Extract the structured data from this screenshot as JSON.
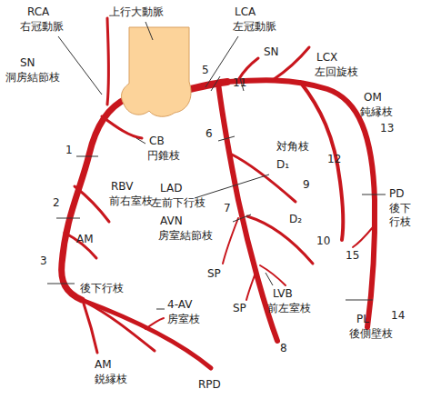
{
  "diagram": {
    "labels": [
      "RCA",
      "右冠動脈",
      "上行大動脈",
      "LCA",
      "左冠動脈",
      "SN",
      "洞房結節枝",
      "SN",
      "LCX",
      "左回旋枝",
      "OM",
      "鈍縁枝",
      "5",
      "11",
      "13",
      "6",
      "CB",
      "円錐枝",
      "1",
      "対角枝",
      "D₁",
      "12",
      "9",
      "2",
      "RBV",
      "前右室枝",
      "LAD",
      "左前下行枝",
      "7",
      "PD",
      "後下行枝",
      "AVN",
      "房室結節枝",
      "AM",
      "D₂",
      "10",
      "15",
      "3",
      "SP",
      "SP",
      "LVB",
      "前左室枝",
      "後下行枝",
      "4-AV",
      "房室枝",
      "PL",
      "後側壁枝",
      "14",
      "8",
      "AM",
      "鋭縁枝",
      "RPD"
    ]
  }
}
